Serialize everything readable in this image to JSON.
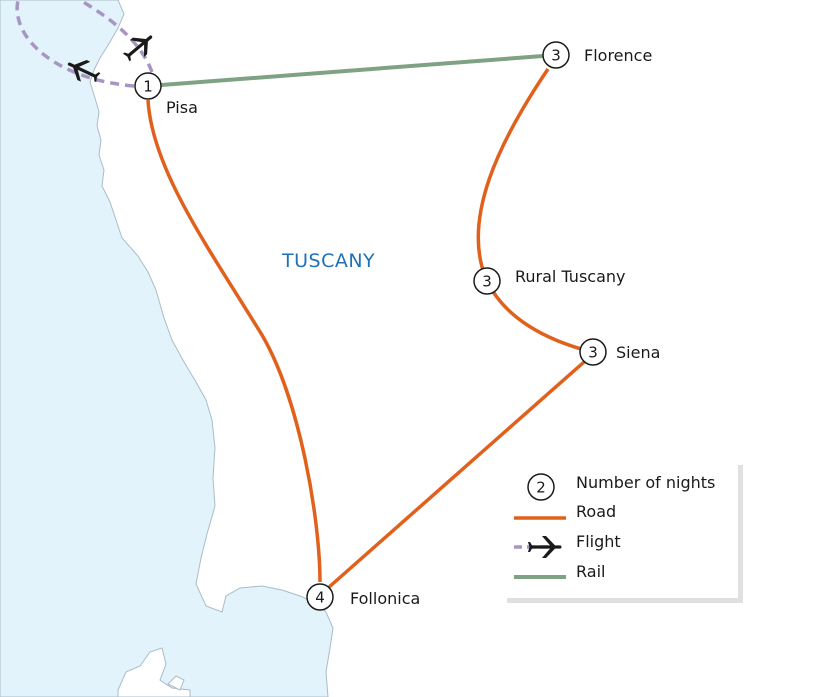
{
  "region": {
    "label": "TUSCANY"
  },
  "colors": {
    "sea": "#e3f3fb",
    "coast": "#a9bcc8",
    "land": "#ffffff",
    "road": "#e0601c",
    "flight": "#a795c4",
    "rail": "#7ea283",
    "region_label": "#1f72b8"
  },
  "stops": [
    {
      "name": "Pisa",
      "nights": "1"
    },
    {
      "name": "Florence",
      "nights": "3"
    },
    {
      "name": "Rural Tuscany",
      "nights": "3"
    },
    {
      "name": "Siena",
      "nights": "3"
    },
    {
      "name": "Follonica",
      "nights": "4"
    }
  ],
  "routes": [
    {
      "from": "Pisa",
      "to": "Florence",
      "mode": "Rail"
    },
    {
      "from": "Florence",
      "to": "Rural Tuscany",
      "mode": "Road"
    },
    {
      "from": "Rural Tuscany",
      "to": "Siena",
      "mode": "Road"
    },
    {
      "from": "Siena",
      "to": "Follonica",
      "mode": "Road"
    },
    {
      "from": "Follonica",
      "to": "Pisa",
      "mode": "Road"
    }
  ],
  "flight_icons": [
    "airplane-icon",
    "airplane-icon"
  ],
  "legend": {
    "sample_nights": "2",
    "nights_label": "Number of nights",
    "road_label": "Road",
    "flight_label": "Flight",
    "rail_label": "Rail",
    "flight_icon": "airplane-icon"
  }
}
